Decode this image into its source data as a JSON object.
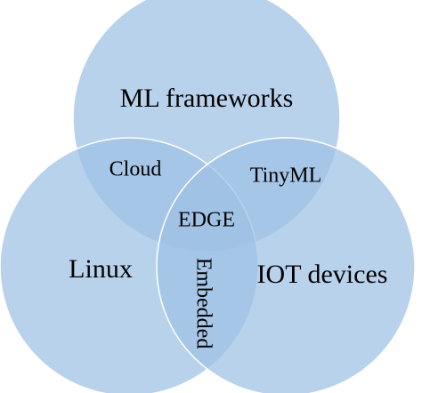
{
  "venn": {
    "fill_color": "#9ec1e5",
    "fill_opacity": 0.72,
    "sets": {
      "top": "ML frameworks",
      "left": "Linux",
      "right": "IOT devices"
    },
    "intersections": {
      "top_left": "Cloud",
      "top_right": "TinyML",
      "left_right": "Embedded",
      "center": "EDGE"
    }
  }
}
